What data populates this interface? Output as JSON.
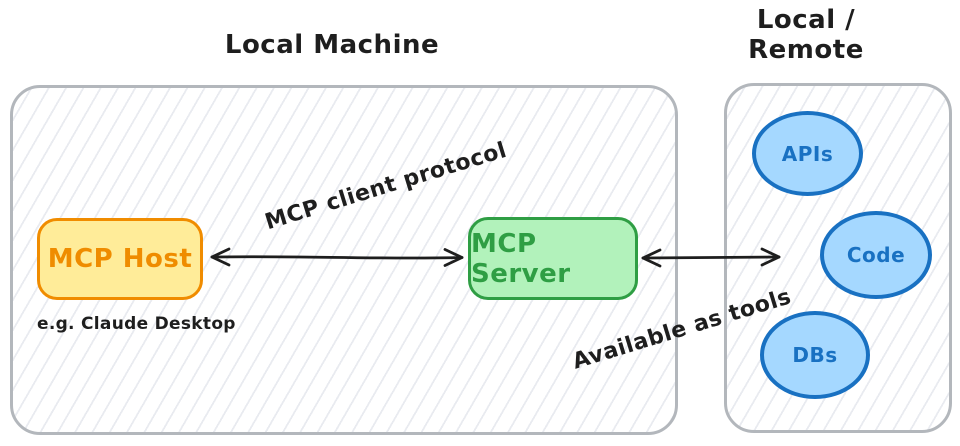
{
  "diagram": {
    "local_machine": {
      "title": "Local Machine",
      "host": {
        "label": "MCP Host",
        "caption": "e.g. Claude Desktop"
      },
      "server": {
        "label": "MCP Server"
      }
    },
    "remote": {
      "title": "Local /\nRemote",
      "nodes": [
        {
          "label": "APIs"
        },
        {
          "label": "Code"
        },
        {
          "label": "DBs"
        }
      ]
    },
    "edges": [
      {
        "label": "MCP client protocol",
        "from": "MCP Host",
        "to": "MCP Server",
        "style": "double-arrow"
      },
      {
        "label": "Available as tools",
        "from": "MCP Server",
        "to": "Local / Remote nodes",
        "style": "double-arrow"
      }
    ],
    "colors": {
      "host_fill": "#ffec99",
      "host_stroke": "#f08c00",
      "server_fill": "#b2f2bb",
      "server_stroke": "#2f9e44",
      "node_fill": "#a5d8ff",
      "node_stroke": "#1971c2",
      "container_stroke": "#b3b7bc",
      "hatch": "#e9ebf0",
      "text": "#1e1e1e",
      "arrow": "#1e1e1e"
    }
  }
}
